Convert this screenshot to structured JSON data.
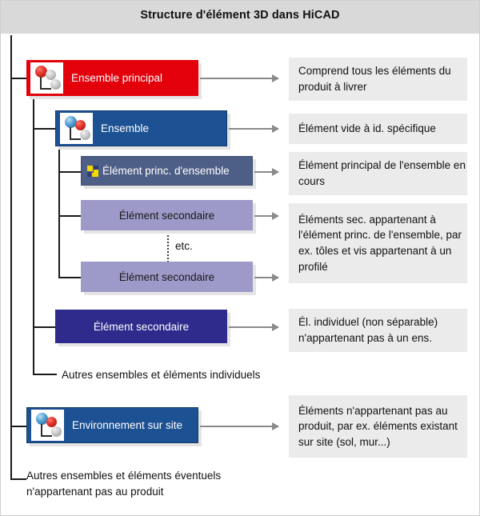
{
  "header": {
    "title": "Structure d'élément 3D  dans HiCAD",
    "banner_color": "#d9d9d9"
  },
  "colors": {
    "main_assembly": "#e3000b",
    "assembly": "#1c5193",
    "main_part": "#4e5f87",
    "sub_part_light": "#9d99c8",
    "sub_part_dark": "#2e2b8c",
    "description_bg": "#ebebeb",
    "connector": "#1a1a1a",
    "arrow": "#8a8a8a"
  },
  "nodes": [
    {
      "id": "main-assembly",
      "label": "Ensemble principal",
      "icon": "assembly-spheres-red-icon",
      "color": "#e3000b",
      "level": 1
    },
    {
      "id": "assembly",
      "label": "Ensemble",
      "icon": "assembly-spheres-blue-icon",
      "color": "#1c5193",
      "level": 2
    },
    {
      "id": "main-part-of-assembly",
      "label": "Élément  princ. d'ensemble",
      "icon": "part-yellow-blue-icon",
      "color": "#4e5f87",
      "level": 3
    },
    {
      "id": "sub-part-1",
      "label": "Élément secondaire",
      "icon": "none",
      "color": "#9d99c8",
      "level": 3
    },
    {
      "id": "sub-part-2",
      "label": "Élément secondaire",
      "icon": "none",
      "color": "#9d99c8",
      "level": 3
    },
    {
      "id": "standalone-sub-part",
      "label": "Élément secondaire",
      "icon": "none",
      "color": "#2e2b8c",
      "level": 2
    },
    {
      "id": "site-environment",
      "label": "Environnement sur site",
      "icon": "assembly-spheres-blue-icon",
      "color": "#1c5193",
      "level": 1
    }
  ],
  "descriptions": [
    {
      "id": "desc-main-assembly",
      "text": "Comprend tous les éléments du produit à livrer"
    },
    {
      "id": "desc-assembly",
      "text": "Élément vide à id. spécifique"
    },
    {
      "id": "desc-main-part",
      "text": "Élément principal de l'ensemble en cours"
    },
    {
      "id": "desc-sub-parts",
      "text": "Éléments sec. appartenant à l'élément princ. de l'ensemble, par ex. tôles et vis appartenant à un profilé"
    },
    {
      "id": "desc-standalone-sub-part",
      "text": "Él. individuel (non séparable) n'appartenant pas à un ens."
    },
    {
      "id": "desc-site-environment",
      "text": "Éléments n'appartenant pas au produit, par ex. éléments existant sur site (sol, mur...)"
    }
  ],
  "captions": {
    "etc": "etc.",
    "other_assemblies": "Autres ensembles et éléments individuels",
    "other_not_in_product": "Autres ensembles et éléments éventuels\nn'appartenant  pas au produit"
  }
}
